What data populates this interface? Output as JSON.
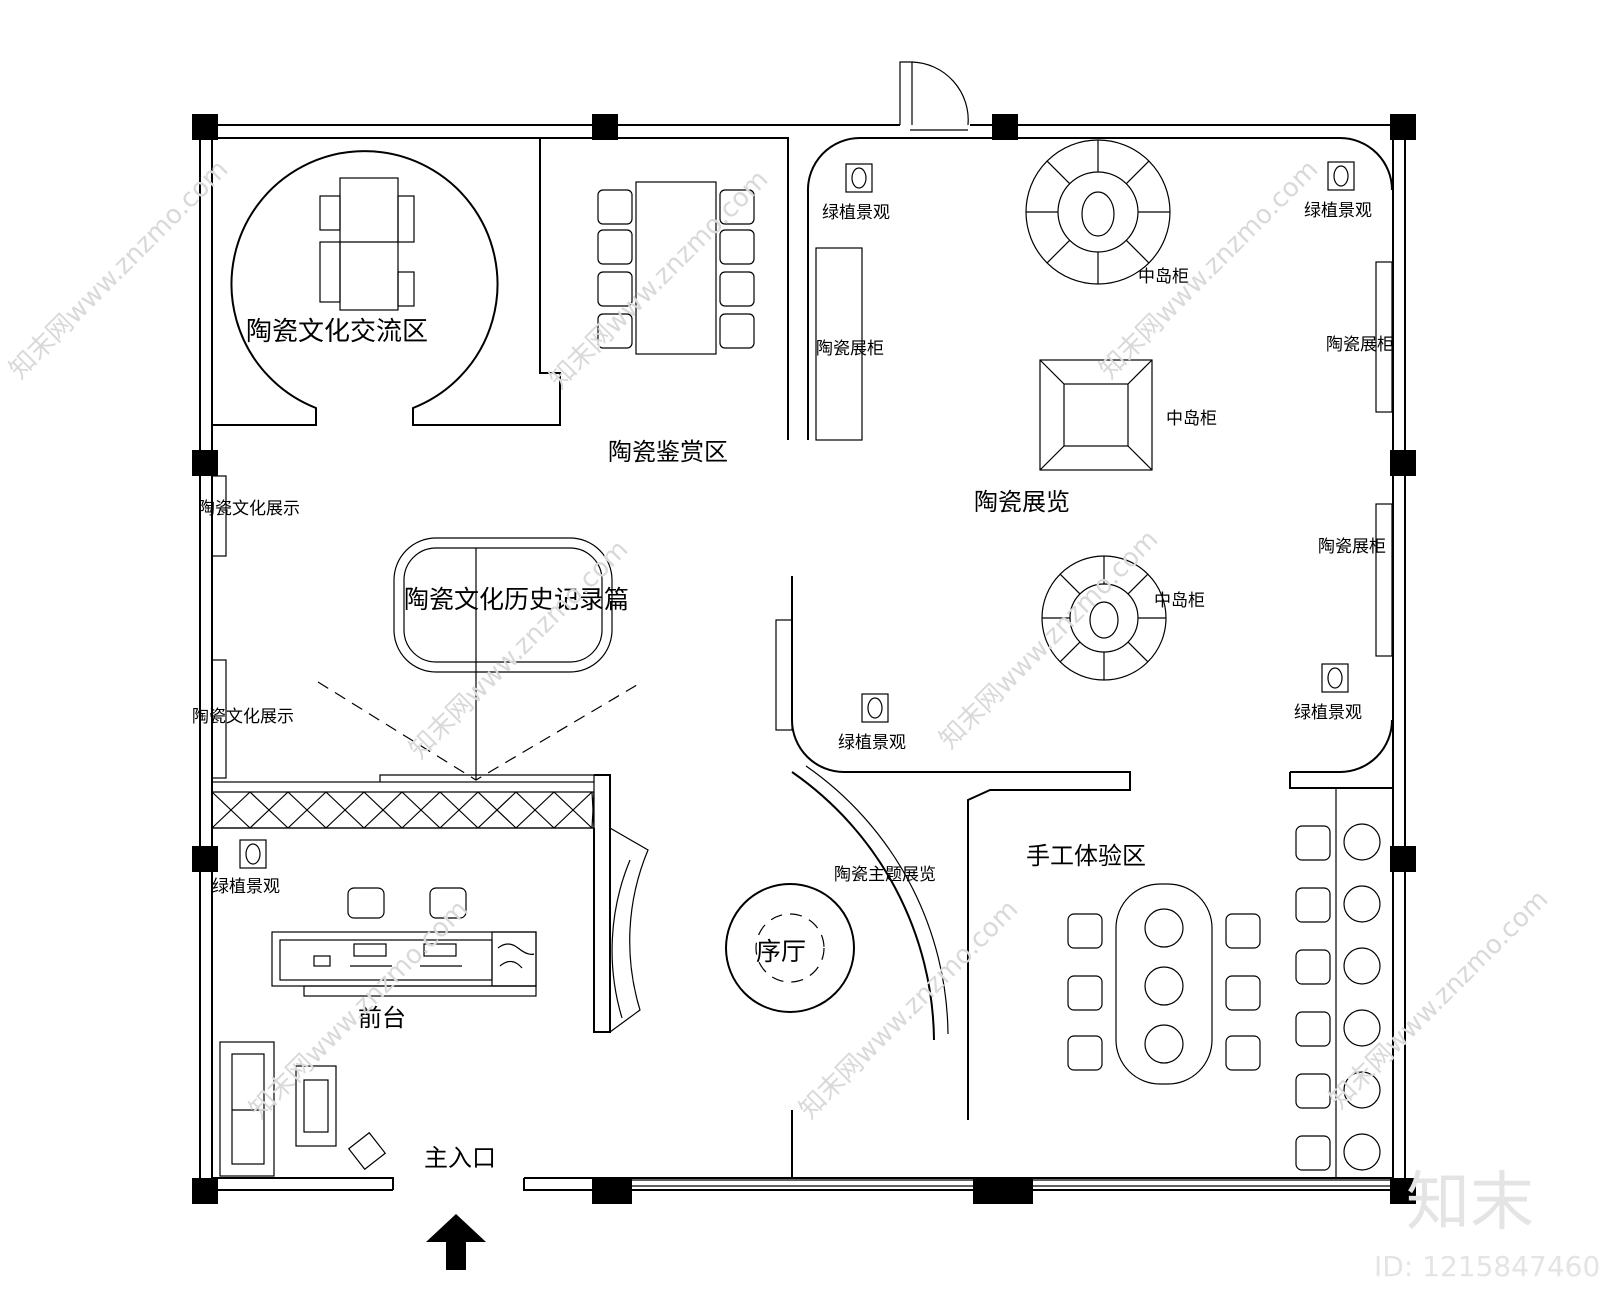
{
  "labels": {
    "exchange": "陶瓷文化交流区",
    "appreciation": "陶瓷鉴赏区",
    "display_left_1": "陶瓷文化展示",
    "display_left_2": "陶瓷文化展示",
    "history": "陶瓷文化历史记录篇",
    "green_1": "绿植景观",
    "green_2": "绿植景观",
    "green_3": "绿植景观",
    "green_4": "绿植景观",
    "green_5": "绿植景观",
    "island_1": "中岛柜",
    "island_2": "中岛柜",
    "island_3": "中岛柜",
    "cabinet_1": "陶瓷展柜",
    "cabinet_2": "陶瓷展柜",
    "cabinet_3": "陶瓷展柜",
    "exhibition": "陶瓷展览",
    "theme": "陶瓷主题展览",
    "workshop": "手工体验区",
    "lobby": "序厅",
    "reception": "前台",
    "entrance": "主入口"
  },
  "watermark": {
    "site": "知末网www.znzmo.com",
    "brand": "知末",
    "id": "ID: 1215847460"
  }
}
